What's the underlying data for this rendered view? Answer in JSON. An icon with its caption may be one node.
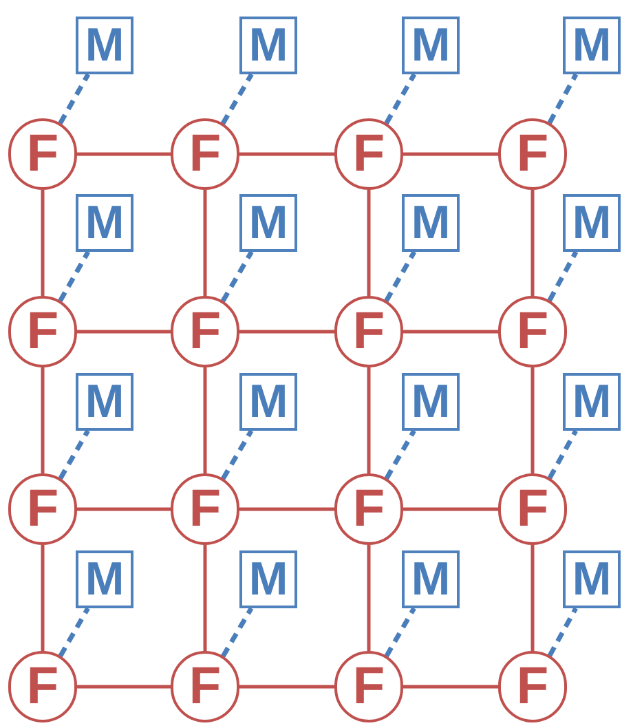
{
  "diagram": {
    "nodes": [
      {
        "text": [
          "M"
        ]
      },
      {
        "text": [
          "M"
        ]
      },
      {
        "text": [
          "M"
        ]
      },
      {
        "text": [
          "M"
        ]
      },
      {
        "text": [
          "F"
        ]
      },
      {
        "text": [
          "F"
        ]
      },
      {
        "text": [
          "F"
        ]
      },
      {
        "text": [
          "F"
        ]
      },
      {
        "text": [
          "M"
        ]
      },
      {
        "text": [
          "M"
        ]
      },
      {
        "text": [
          "M"
        ]
      },
      {
        "text": [
          "M"
        ]
      },
      {
        "text": [
          "F"
        ]
      },
      {
        "text": [
          "F"
        ]
      },
      {
        "text": [
          "F"
        ]
      },
      {
        "text": [
          "F"
        ]
      },
      {
        "text": [
          "M"
        ]
      },
      {
        "text": [
          "M"
        ]
      },
      {
        "text": [
          "M"
        ]
      },
      {
        "text": [
          "M"
        ]
      },
      {
        "text": [
          "F"
        ]
      },
      {
        "text": [
          "F"
        ]
      },
      {
        "text": [
          "F"
        ]
      },
      {
        "text": [
          "F"
        ]
      },
      {
        "text": [
          "M"
        ]
      },
      {
        "text": [
          "M"
        ]
      },
      {
        "text": [
          "M"
        ]
      },
      {
        "text": [
          "M"
        ]
      },
      {
        "text": [
          "F"
        ]
      },
      {
        "text": [
          "F"
        ]
      },
      {
        "text": [
          "F"
        ]
      },
      {
        "text": [
          "F"
        ]
      }
    ],
    "edges": [
      {
        "from": 4,
        "to": 0,
        "arrow": "none",
        "style": "dashed",
        "color": "#4a7ebb"
      },
      {
        "from": 5,
        "to": 1,
        "arrow": "none",
        "style": "dashed",
        "color": "#4a7ebb"
      },
      {
        "from": 6,
        "to": 2,
        "arrow": "none",
        "style": "dashed",
        "color": "#4a7ebb"
      },
      {
        "from": 7,
        "to": 3,
        "arrow": "none",
        "style": "dashed",
        "color": "#4a7ebb"
      },
      {
        "from": 12,
        "to": 8,
        "arrow": "none",
        "style": "dashed",
        "color": "#4a7ebb"
      },
      {
        "from": 13,
        "to": 9,
        "arrow": "none",
        "style": "dashed",
        "color": "#4a7ebb"
      },
      {
        "from": 14,
        "to": 10,
        "arrow": "none",
        "style": "dashed",
        "color": "#4a7ebb"
      },
      {
        "from": 15,
        "to": 11,
        "arrow": "none",
        "style": "dashed",
        "color": "#4a7ebb"
      },
      {
        "from": 20,
        "to": 16,
        "arrow": "none",
        "style": "dashed",
        "color": "#4a7ebb"
      },
      {
        "from": 21,
        "to": 17,
        "arrow": "none",
        "style": "dashed",
        "color": "#4a7ebb"
      },
      {
        "from": 22,
        "to": 18,
        "arrow": "none",
        "style": "dashed",
        "color": "#4a7ebb"
      },
      {
        "from": 23,
        "to": 19,
        "arrow": "none",
        "style": "dashed",
        "color": "#4a7ebb"
      },
      {
        "from": 28,
        "to": 24,
        "arrow": "none",
        "style": "dashed",
        "color": "#4a7ebb"
      },
      {
        "from": 29,
        "to": 25,
        "arrow": "none",
        "style": "dashed",
        "color": "#4a7ebb"
      },
      {
        "from": 30,
        "to": 26,
        "arrow": "none",
        "style": "dashed",
        "color": "#4a7ebb"
      },
      {
        "from": 31,
        "to": 27,
        "arrow": "none",
        "style": "dashed",
        "color": "#4a7ebb"
      },
      {
        "from": 4,
        "to": 5,
        "arrow": "none"
      },
      {
        "from": 5,
        "to": 6,
        "arrow": "none"
      },
      {
        "from": 6,
        "to": 7,
        "arrow": "none"
      },
      {
        "from": 12,
        "to": 13,
        "arrow": "none"
      },
      {
        "from": 13,
        "to": 14,
        "arrow": "none"
      },
      {
        "from": 14,
        "to": 15,
        "arrow": "none"
      },
      {
        "from": 20,
        "to": 21,
        "arrow": "none"
      },
      {
        "from": 21,
        "to": 22,
        "arrow": "none"
      },
      {
        "from": 22,
        "to": 23,
        "arrow": "none"
      },
      {
        "from": 28,
        "to": 29,
        "arrow": "none"
      },
      {
        "from": 29,
        "to": 30,
        "arrow": "none"
      },
      {
        "from": 30,
        "to": 31,
        "arrow": "none"
      },
      {
        "from": 4,
        "to": 12,
        "arrow": "none"
      },
      {
        "from": 12,
        "to": 20,
        "arrow": "none"
      },
      {
        "from": 20,
        "to": 28,
        "arrow": "none"
      },
      {
        "from": 5,
        "to": 13,
        "arrow": "none"
      },
      {
        "from": 13,
        "to": 21,
        "arrow": "none"
      },
      {
        "from": 21,
        "to": 29,
        "arrow": "none"
      },
      {
        "from": 6,
        "to": 14,
        "arrow": "none"
      },
      {
        "from": 14,
        "to": 22,
        "arrow": "none"
      },
      {
        "from": 22,
        "to": 30,
        "arrow": "none"
      },
      {
        "from": 7,
        "to": 15,
        "arrow": "none"
      },
      {
        "from": 15,
        "to": 23,
        "arrow": "none"
      },
      {
        "from": 23,
        "to": 31,
        "arrow": "none"
      }
    ]
  }
}
